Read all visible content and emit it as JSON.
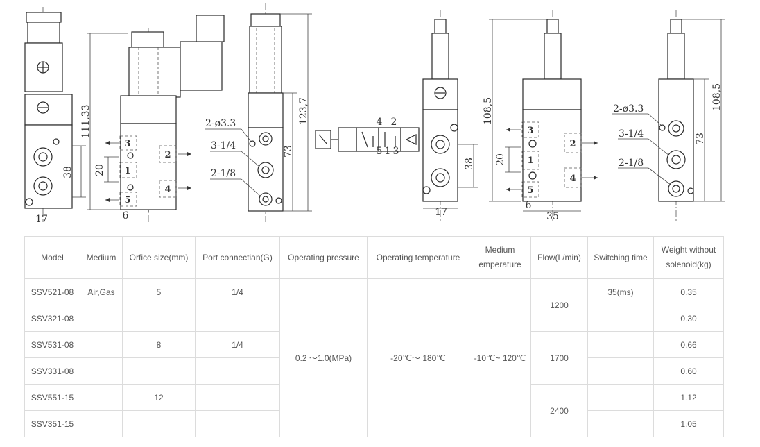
{
  "drawings": {
    "fig1": {
      "dim_height": "111,33",
      "dim_width": "38",
      "dim_bottom": "17"
    },
    "fig2": {
      "ports": [
        "3",
        "1",
        "5",
        "2",
        "4"
      ],
      "dim_side": "20",
      "dim_bottom": "6"
    },
    "fig3": {
      "hole_label": "2-ø3.3",
      "port_a": "3-1/4",
      "port_b": "2-1/8",
      "dim_height": "123,7",
      "dim_body": "73"
    },
    "symbol": {
      "top_ports": [
        "4",
        "2"
      ],
      "bottom_ports": [
        "5",
        "1",
        "3"
      ]
    },
    "fig4": {
      "dim_height": "108,5",
      "dim_width": "38",
      "dim_bottom": "17"
    },
    "fig5": {
      "ports": [
        "3",
        "1",
        "5",
        "2",
        "4"
      ],
      "dim_side": "20",
      "dim_bottom_small": "6",
      "dim_bottom": "35"
    },
    "fig6": {
      "hole_label": "2-ø3.3",
      "port_a": "3-1/4",
      "port_b": "2-1/8",
      "dim_height": "108,5",
      "dim_body": "73"
    }
  },
  "table": {
    "headers": [
      [
        "Model"
      ],
      [
        "Medium"
      ],
      [
        "Orfice size(mm)"
      ],
      [
        "Port connectian(G)"
      ],
      [
        "Operating pressure"
      ],
      [
        "Operating temperature"
      ],
      [
        "Medium",
        "emperature"
      ],
      [
        "Flow(L/min)"
      ],
      [
        "Switching time"
      ],
      [
        "Weight without",
        "solenoid(kg)"
      ]
    ],
    "models": [
      "SSV521-08",
      "SSV321-08",
      "SSV531-08",
      "SSV331-08",
      "SSV551-15",
      "SSV351-15"
    ],
    "medium": "Air,Gas",
    "orifice": [
      "5",
      "8",
      "12"
    ],
    "port": [
      "1/4",
      "1/4"
    ],
    "pressure": "0.2 ～1.0(MPa)",
    "op_temp": "-20℃～ 180℃",
    "medium_temp": "-10℃~ 120℃",
    "flow": [
      "1200",
      "1700",
      "2400"
    ],
    "switching": "35(ms)",
    "weights": [
      "0.35",
      "0.30",
      "0.66",
      "0.60",
      "1.12",
      "1.05"
    ]
  }
}
